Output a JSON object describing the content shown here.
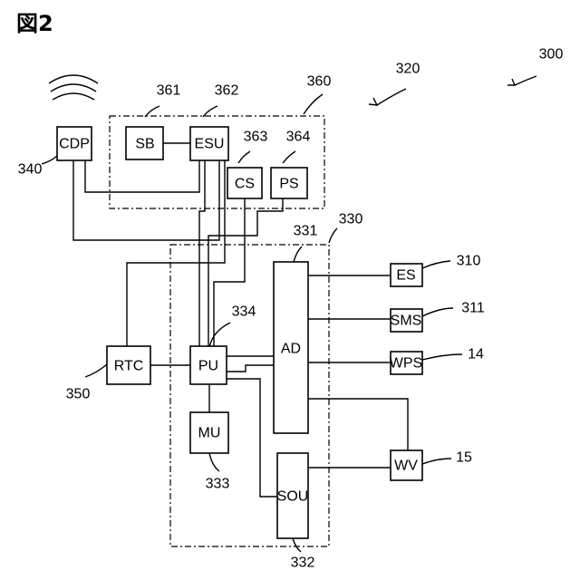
{
  "figure_label": "図2",
  "blocks": {
    "cdp": "CDP",
    "sb": "SB",
    "esu": "ESU",
    "cs": "CS",
    "ps": "PS",
    "ad": "AD",
    "pu": "PU",
    "rtc": "RTC",
    "mu": "MU",
    "sou": "SOU",
    "es": "ES",
    "sms": "SMS",
    "wps": "WPS",
    "wv": "WV"
  },
  "refs": {
    "r300": "300",
    "r320": "320",
    "r360": "360",
    "r361": "361",
    "r362": "362",
    "r363": "363",
    "r364": "364",
    "r340": "340",
    "r330": "330",
    "r331": "331",
    "r310": "310",
    "r311": "311",
    "r334": "334",
    "r14": "14",
    "r350": "350",
    "r15": "15",
    "r333": "333",
    "r332": "332"
  }
}
